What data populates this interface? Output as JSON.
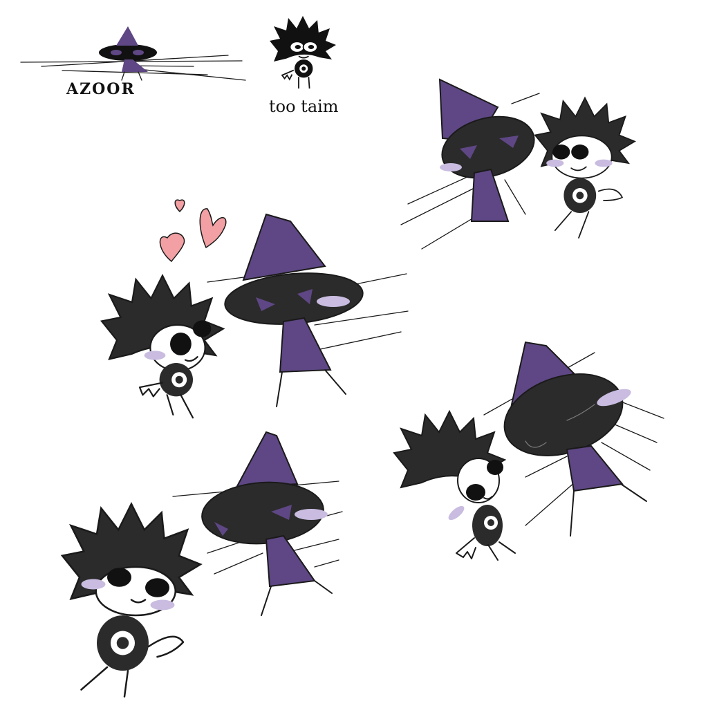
{
  "labels": {
    "azoor": "AZOOR",
    "too_taim": "too taim"
  },
  "colors": {
    "hat_purple": "#5e4784",
    "body_black": "#2b2b2b",
    "blush_lavender": "#c9bce0",
    "heart_pink": "#f2a0a3",
    "ink": "#1a1a1a",
    "background": "#ffffff"
  },
  "figures": [
    {
      "name": "azoor-reference-sketch",
      "icon": "witch-hat-fly-icon"
    },
    {
      "name": "too-taim-reference-sketch",
      "icon": "spiky-hair-kid-icon"
    },
    {
      "name": "panel-top-right",
      "icon": "couple-cheek-to-cheek-icon"
    },
    {
      "name": "panel-middle-left",
      "icon": "couple-with-hearts-icon"
    },
    {
      "name": "panel-middle-right",
      "icon": "couple-kiss-icon"
    },
    {
      "name": "panel-bottom-left",
      "icon": "couple-smiling-icon"
    }
  ],
  "hearts": 3
}
